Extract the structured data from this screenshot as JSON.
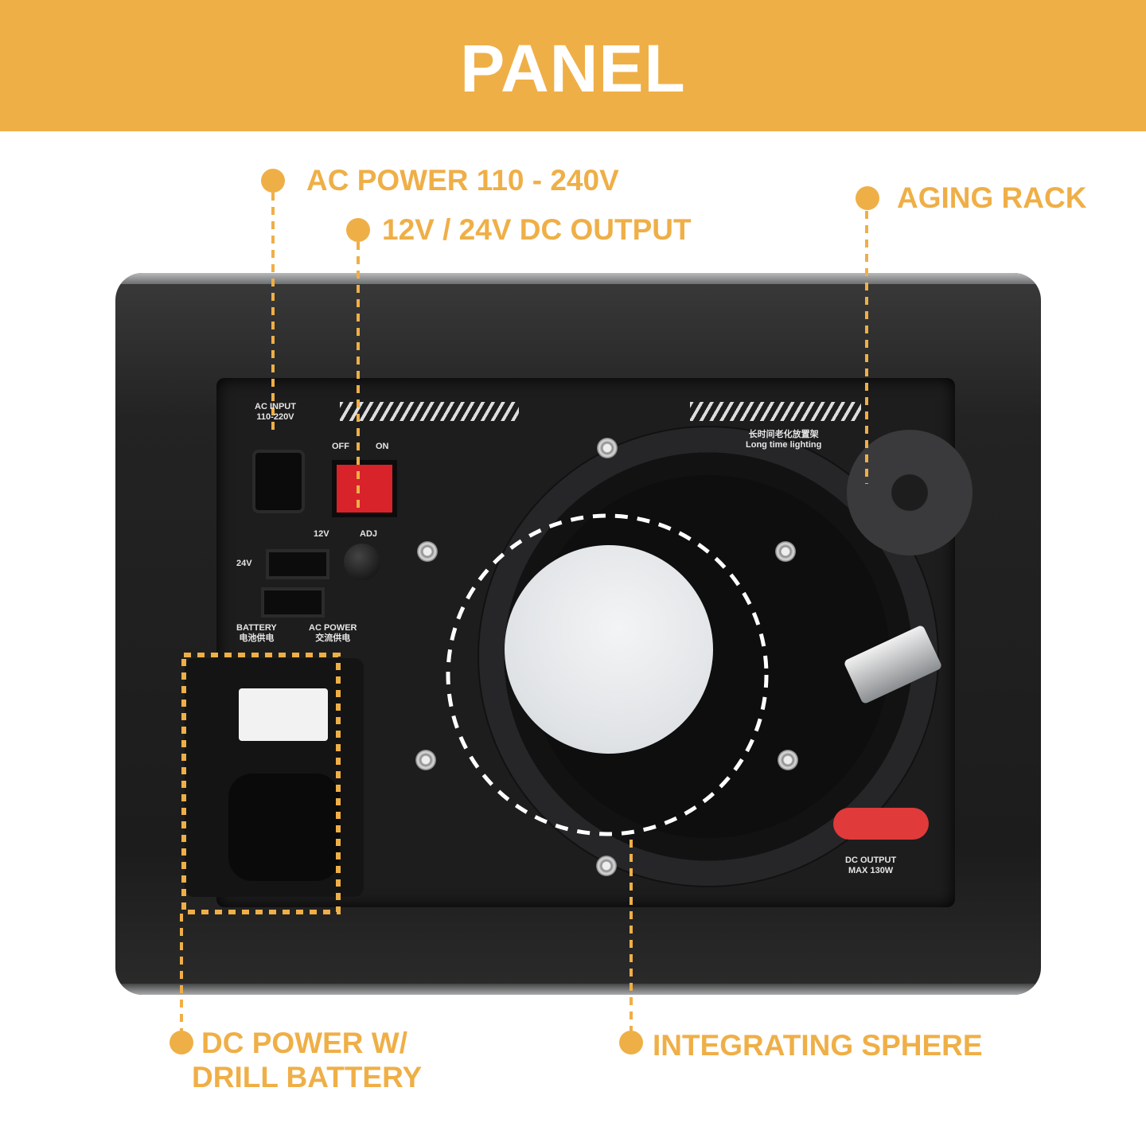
{
  "header": {
    "title": "PANEL"
  },
  "callouts": {
    "ac_power": "AC POWER 110 - 240V",
    "dc_output": "12V / 24V DC OUTPUT",
    "aging_rack": "AGING RACK",
    "dc_power_line1": "DC POWER W/",
    "dc_power_line2": "DRILL BATTERY",
    "integrating_sphere": "INTEGRATING SPHERE"
  },
  "panel_labels": {
    "ac_input": "AC INPUT",
    "ac_input_range": "110-220V",
    "off": "OFF",
    "on": "ON",
    "v12": "12V",
    "adj": "ADJ",
    "v24": "24V",
    "battery": "BATTERY",
    "battery_cn": "电池供电",
    "ac_power": "AC POWER",
    "ac_power_cn": "交流供电",
    "aging_cn": "长时间老化放置架",
    "long_time": "Long time lighting",
    "dc_out": "DC OUTPUT",
    "dc_max": "MAX 130W"
  },
  "colors": {
    "accent": "#EFAF47",
    "switch_red": "#d8232a"
  }
}
